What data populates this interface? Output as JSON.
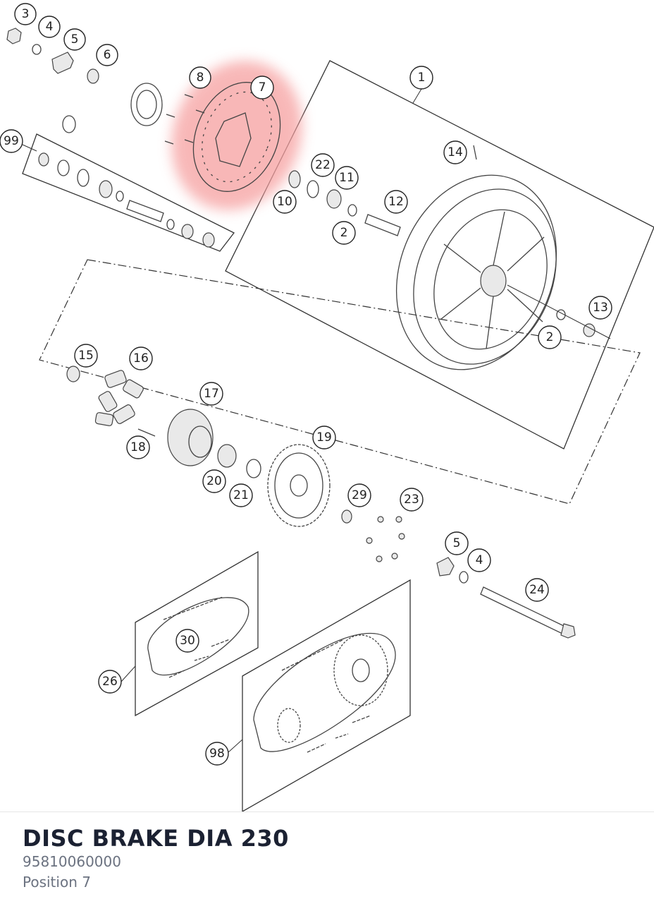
{
  "diagram": {
    "highlight_color": "#f6a0a0",
    "callouts": [
      {
        "id": "c3",
        "label": "3"
      },
      {
        "id": "c4a",
        "label": "4"
      },
      {
        "id": "c5a",
        "label": "5"
      },
      {
        "id": "c6",
        "label": "6"
      },
      {
        "id": "c8",
        "label": "8"
      },
      {
        "id": "c7",
        "label": "7"
      },
      {
        "id": "c1",
        "label": "1"
      },
      {
        "id": "c99",
        "label": "99"
      },
      {
        "id": "c14",
        "label": "14"
      },
      {
        "id": "c22",
        "label": "22"
      },
      {
        "id": "c11",
        "label": "11"
      },
      {
        "id": "c10",
        "label": "10"
      },
      {
        "id": "c12",
        "label": "12"
      },
      {
        "id": "c2a",
        "label": "2"
      },
      {
        "id": "c13",
        "label": "13"
      },
      {
        "id": "c2b",
        "label": "2"
      },
      {
        "id": "c15",
        "label": "15"
      },
      {
        "id": "c16",
        "label": "16"
      },
      {
        "id": "c17",
        "label": "17"
      },
      {
        "id": "c18",
        "label": "18"
      },
      {
        "id": "c19",
        "label": "19"
      },
      {
        "id": "c20",
        "label": "20"
      },
      {
        "id": "c21",
        "label": "21"
      },
      {
        "id": "c29",
        "label": "29"
      },
      {
        "id": "c23",
        "label": "23"
      },
      {
        "id": "c5b",
        "label": "5"
      },
      {
        "id": "c4b",
        "label": "4"
      },
      {
        "id": "c24",
        "label": "24"
      },
      {
        "id": "c30",
        "label": "30"
      },
      {
        "id": "c26",
        "label": "26"
      },
      {
        "id": "c98",
        "label": "98"
      }
    ]
  },
  "part": {
    "name": "DISC BRAKE DIA 230",
    "number": "95810060000",
    "position": "Position 7"
  }
}
